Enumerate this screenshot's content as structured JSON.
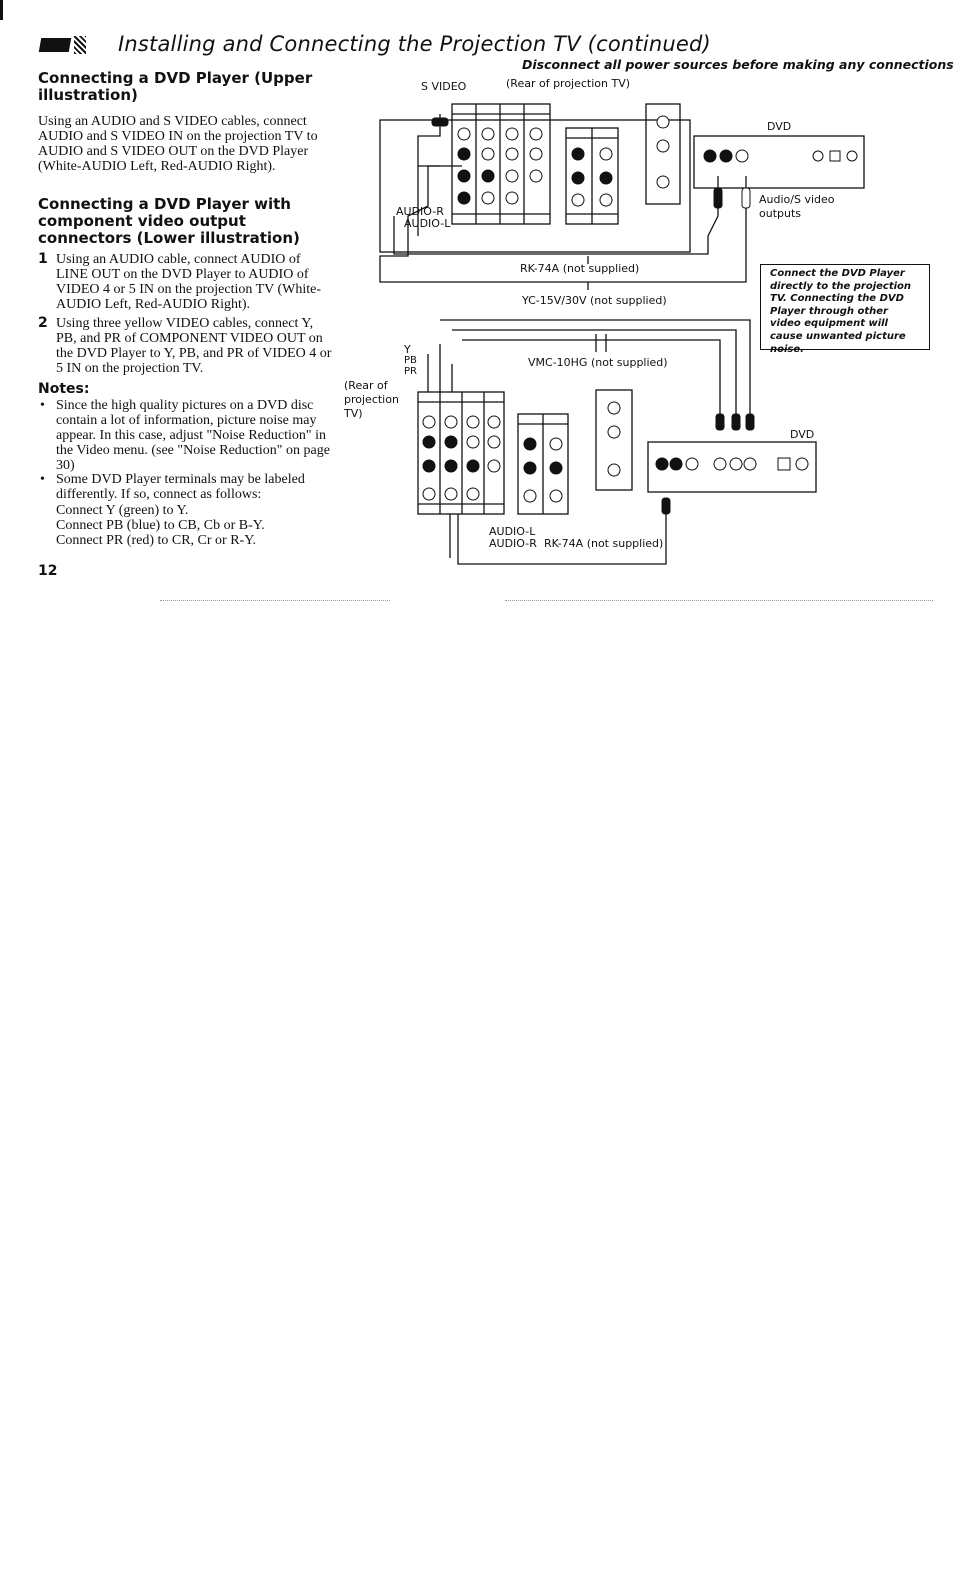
{
  "header": {
    "title": "Installing and Connecting the Projection TV (continued)",
    "warning": "Disconnect all power sources before making any connections."
  },
  "upper_section": {
    "heading": "Connecting a DVD Player (Upper illustration)",
    "body": "Using an AUDIO and S VIDEO cables, connect AUDIO and S VIDEO IN on the projection TV to AUDIO and S VIDEO OUT on the DVD Player (White-AUDIO Left, Red-AUDIO Right)."
  },
  "lower_section": {
    "heading": "Connecting a DVD Player with component video output connectors (Lower illustration)",
    "steps": [
      {
        "num": "1",
        "text": "Using an AUDIO cable, connect AUDIO of LINE OUT on the DVD Player to AUDIO of VIDEO 4 or 5 IN on the projection TV (White-AUDIO Left, Red-AUDIO Right)."
      },
      {
        "num": "2",
        "text": "Using three yellow VIDEO cables, connect Y, PB, and PR of COMPONENT VIDEO OUT on the DVD Player to Y, PB, and PR of VIDEO 4 or 5 IN on the projection TV."
      }
    ]
  },
  "notes": {
    "heading": "Notes:",
    "items": [
      "Since the high quality pictures on a DVD disc contain a lot of information, picture noise may appear. In this case, adjust \"Noise Reduction\" in the Video menu. (see \"Noise Reduction\" on page 30)",
      "Some DVD Player terminals may be labeled differently. If so, connect as follows:"
    ],
    "mapping": [
      "Connect Y (green) to Y.",
      "Connect PB (blue) to CB, Cb or B-Y.",
      "Connect PR (red) to CR, Cr or R-Y."
    ]
  },
  "upper_diagram": {
    "s_video": "S VIDEO",
    "rear_label": "(Rear of projection TV)",
    "dvd": "DVD",
    "audio_r": "AUDIO-R",
    "audio_l": "AUDIO-L",
    "outputs": "Audio/S video outputs",
    "rk74a": "RK-74A (not supplied)",
    "yc15v": "YC-15V/30V (not supplied)"
  },
  "callout": "Connect the DVD Player directly to the projection TV. Connecting the DVD Player through other video equipment will cause unwanted picture noise.",
  "lower_diagram": {
    "y": "Y",
    "pb": "PB",
    "pr": "PR",
    "vmc": "VMC-10HG (not supplied)",
    "rear_label": "(Rear of projection TV)",
    "dvd": "DVD",
    "audio_l": "AUDIO-L",
    "audio_r": "AUDIO-R",
    "rk74a": "RK-74A (not supplied)"
  },
  "page_number": "12",
  "colors": {
    "ink": "#111111",
    "paper": "#ffffff"
  },
  "icons": [
    "title-marker-icon",
    "rca-jack-icon",
    "svideo-jack-icon",
    "cable-plug-icon"
  ]
}
